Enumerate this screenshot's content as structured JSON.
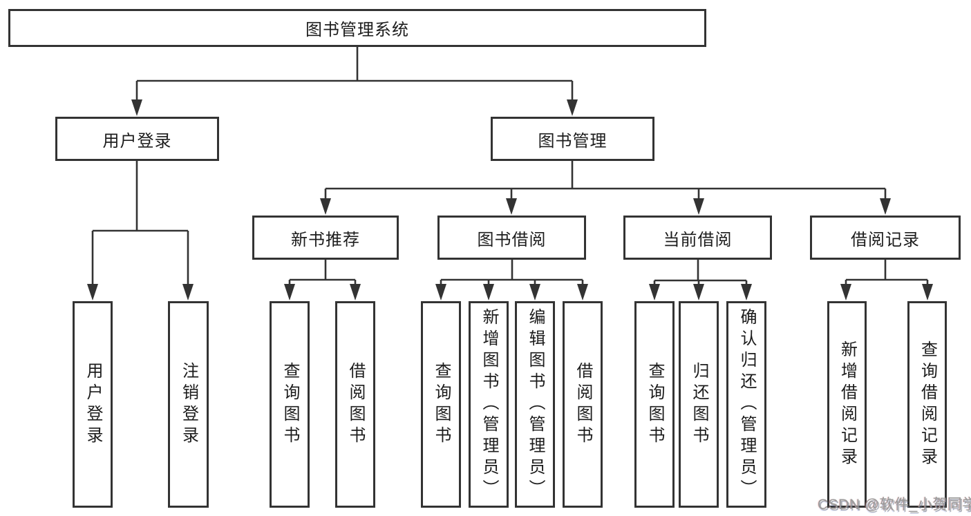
{
  "diagram_title": "图书管理系统",
  "tree": {
    "root": {
      "label": "图书管理系统"
    },
    "children": [
      {
        "label": "用户登录",
        "children": [
          {
            "label": "用户登录"
          },
          {
            "label": "注销登录"
          }
        ]
      },
      {
        "label": "图书管理",
        "children": [
          {
            "label": "新书推荐",
            "children": [
              {
                "label": "查询图书"
              },
              {
                "label": "借阅图书"
              }
            ]
          },
          {
            "label": "图书借阅",
            "children": [
              {
                "label": "查询图书"
              },
              {
                "label": "新增图书（管理员）"
              },
              {
                "label": "编辑图书（管理员）"
              },
              {
                "label": "借阅图书"
              }
            ]
          },
          {
            "label": "当前借阅",
            "children": [
              {
                "label": "查询图书"
              },
              {
                "label": "归还图书"
              },
              {
                "label": "确认归还（管理员）"
              }
            ]
          },
          {
            "label": "借阅记录",
            "children": [
              {
                "label": "新增借阅记录"
              },
              {
                "label": "查询借阅记录"
              }
            ]
          }
        ]
      }
    ]
  },
  "watermark": {
    "text": "CSDN @软件_小贺同学"
  },
  "colors": {
    "line": "#333333",
    "box_border": "#333333",
    "box_fill": "#ffffff",
    "text": "#1c1c1c",
    "background": "#ffffff",
    "watermark": "#9a9a9a"
  }
}
